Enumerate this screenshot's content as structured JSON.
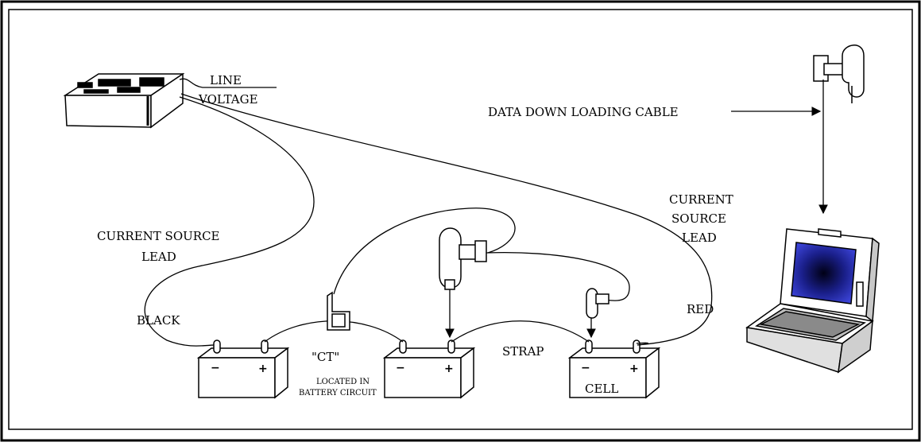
{
  "labels": {
    "line": "LINE",
    "voltage": "VOLTAGE",
    "data_cable": "DATA DOWN LOADING CABLE",
    "current_source_left_1": "CURRENT SOURCE",
    "current_source_left_2": "LEAD",
    "current_source_right_1": "CURRENT",
    "current_source_right_2": "SOURCE",
    "current_source_right_3": "LEAD",
    "black": "BLACK",
    "red": "RED",
    "ct": "\"CT\"",
    "located_in": "LOCATED IN",
    "battery_circuit": "BATTERY CIRCUIT",
    "strap": "STRAP",
    "cell": "CELL"
  },
  "terminals": {
    "negative": "−",
    "positive": "+"
  },
  "colors": {
    "line": "#000000",
    "background": "#ffffff",
    "screen_dark": "#0a0a50",
    "screen_light": "#3b43d6"
  }
}
